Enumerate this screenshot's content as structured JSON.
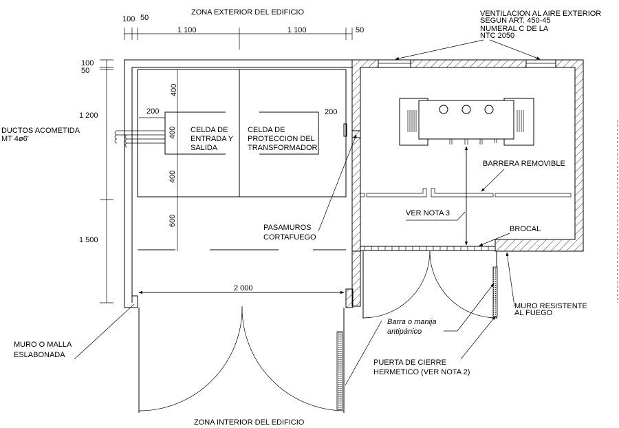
{
  "title_top": "ZONA EXTERIOR DEL EDIFICIO",
  "title_bottom": "ZONA INTERIOR DEL EDIFICIO",
  "dimensions": {
    "top_100": "100",
    "top_50a": "50",
    "top_1100a": "1 100",
    "top_1100b": "1 100",
    "top_50b": "50",
    "left_100": "100",
    "left_50": "50",
    "left_1200": "1 200",
    "left_1500": "1 500",
    "inner_400a": "400",
    "inner_400b": "400",
    "inner_400c": "400",
    "inner_600": "600",
    "cell_200a": "200",
    "cell_200b": "200",
    "door_width": "2 000"
  },
  "labels": {
    "ventilation": [
      "VENTILACION AL AIRE EXTERIOR",
      "SEGUN ART. 450-45",
      "NUMERAL C DE LA",
      "NTC 2050"
    ],
    "ductos": [
      "DUCTOS ACOMETIDA",
      "MT  4ø6'"
    ],
    "celda_entrada": [
      "CELDA DE",
      "ENTRADA Y",
      "SALIDA"
    ],
    "celda_proteccion": [
      "CELDA DE",
      "PROTECCION DEL",
      "TRANSFORMADOR"
    ],
    "barrera": "BARRERA REMOVIBLE",
    "ver_nota": "VER NOTA 3",
    "brocal": "BROCAL",
    "pasamuros": [
      "PASAMUROS",
      "CORTAFUEGO"
    ],
    "muro_resistente": [
      "MURO RESISTENTE",
      "AL FUEGO"
    ],
    "muro_malla": [
      "MURO O MALLA",
      "ESLABONADA"
    ],
    "barra": [
      "Barra o manija",
      "antipánico"
    ],
    "puerta": [
      "PUERTA DE CIERRE",
      "HERMETICO (VER NOTA 2)"
    ]
  }
}
